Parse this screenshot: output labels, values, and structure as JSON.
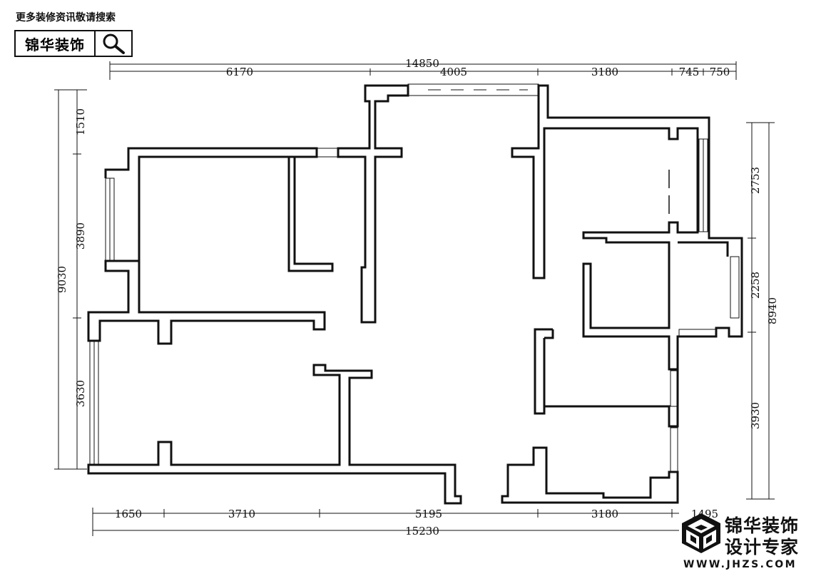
{
  "header": {
    "tagline": "更多装修资讯敬请搜索",
    "search_label": "锦华装饰",
    "search_icon": "magnifier-icon"
  },
  "brand": {
    "logo_icon": "cube-logo-icon",
    "name": "锦华装饰",
    "slogan": "设计专家",
    "url": "WWW.JHZS.COM"
  },
  "dimensions": {
    "top_total": "14850",
    "top_1": "6170",
    "top_2": "4005",
    "top_3": "3180",
    "top_4": "745",
    "top_5": "750",
    "bottom_total": "15230",
    "bottom_1": "1650",
    "bottom_2": "3710",
    "bottom_3": "5195",
    "bottom_4": "3180",
    "bottom_5": "1495",
    "left_total": "9030",
    "left_1": "1510",
    "left_2": "3890",
    "left_3": "3630",
    "right_total": "8940",
    "right_1": "2753",
    "right_2": "2258",
    "right_3": "3930"
  },
  "colors": {
    "ink": "#111111",
    "background": "#ffffff"
  }
}
